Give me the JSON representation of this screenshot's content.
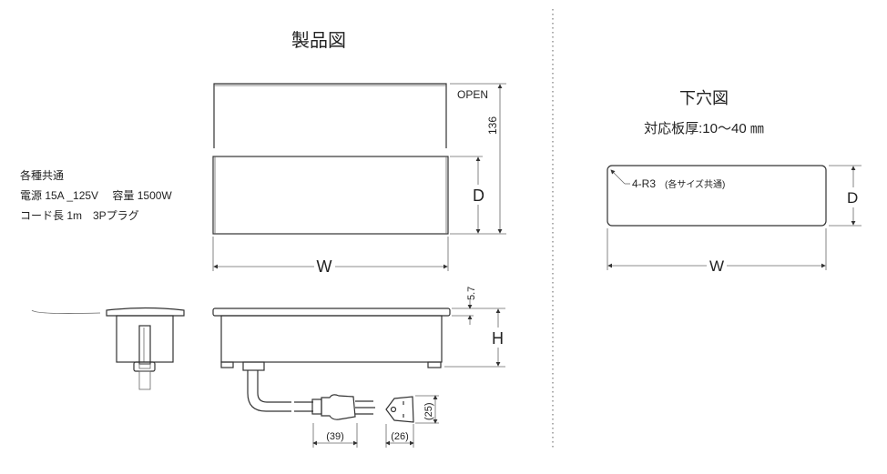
{
  "product_drawing": {
    "title": "製品図",
    "spec_lines": [
      "各種共通",
      "電源 15A _125V　 容量 1500W",
      "コード長 1m　3Pプラグ"
    ],
    "labels": {
      "open": "OPEN",
      "height_136": "136",
      "depth": "D",
      "width": "W",
      "height": "H",
      "lid_thickness": "5.7",
      "plug_length": "(39)",
      "socket_width": "(26)",
      "socket_height": "(25)"
    }
  },
  "hole_drawing": {
    "title": "下穴図",
    "board_thickness": "対応板厚:10～40 ㎜",
    "corner_radius_note": "4-R3",
    "corner_radius_suffix": "(各サイズ共通)",
    "depth": "D",
    "width": "W"
  }
}
